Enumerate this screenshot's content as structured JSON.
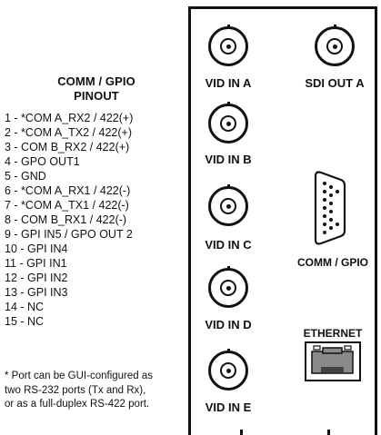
{
  "pinout": {
    "title_line1": "COMM / GPIO",
    "title_line2": "PINOUT",
    "pins": [
      "1 - *COM A_RX2 / 422(+)",
      "2 - *COM A_TX2 / 422(+)",
      "3 - COM B_RX2 / 422(+)",
      "4 - GPO OUT1",
      "5 - GND",
      "6 - *COM A_RX1 / 422(-)",
      "7 - *COM A_TX1 / 422(-)",
      "8 - COM B_RX1 / 422(-)",
      "9 - GPI IN5 / GPO OUT 2",
      "10 - GPI IN4",
      "11 - GPI IN1",
      "12 - GPI IN2",
      "13 - GPI IN3",
      "14 - NC",
      "15 - NC"
    ],
    "footnote_lines": [
      "* Port can be GUI-configured as",
      "two RS-232 ports (Tx and Rx),",
      "or as a full-duplex RS-422 port."
    ]
  },
  "panel": {
    "vid_in_a": "VID IN A",
    "sdi_out_a": "SDI OUT A",
    "vid_in_b": "VID IN B",
    "vid_in_c": "VID IN C",
    "vid_in_d": "VID IN D",
    "vid_in_e": "VID IN E",
    "comm_gpio": "COMM / GPIO",
    "ethernet": "ETHERNET"
  },
  "colors": {
    "ink": "#111111",
    "background": "#ffffff",
    "ethernet_jack": "#8a8a8a"
  }
}
